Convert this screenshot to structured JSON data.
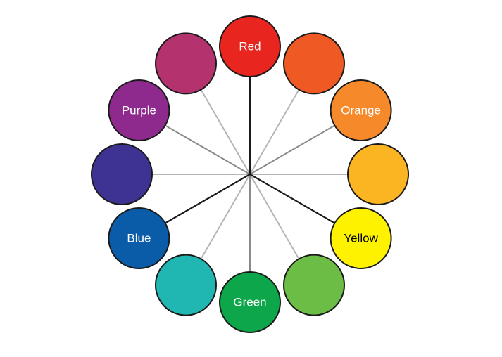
{
  "wheel": {
    "swatches": [
      {
        "id": "red",
        "label": "Red",
        "color": "#e8261f",
        "text_color": "#ffffff",
        "spoke": "primary"
      },
      {
        "id": "red-orange",
        "label": "",
        "color": "#ef5923",
        "text_color": "#ffffff",
        "spoke": "tertiary"
      },
      {
        "id": "orange",
        "label": "Orange",
        "color": "#f6892a",
        "text_color": "#ffffff",
        "spoke": "secondary"
      },
      {
        "id": "yellow-orange",
        "label": "",
        "color": "#fbb523",
        "text_color": "#ffffff",
        "spoke": "tertiary"
      },
      {
        "id": "yellow",
        "label": "Yellow",
        "color": "#fff200",
        "text_color": "#000000",
        "spoke": "primary"
      },
      {
        "id": "yellow-green",
        "label": "",
        "color": "#6cbd45",
        "text_color": "#ffffff",
        "spoke": "tertiary"
      },
      {
        "id": "green",
        "label": "Green",
        "color": "#0da64b",
        "text_color": "#ffffff",
        "spoke": "secondary"
      },
      {
        "id": "blue-green",
        "label": "",
        "color": "#20b7b2",
        "text_color": "#ffffff",
        "spoke": "tertiary"
      },
      {
        "id": "blue",
        "label": "Blue",
        "color": "#0a5ca9",
        "text_color": "#ffffff",
        "spoke": "primary"
      },
      {
        "id": "blue-purple",
        "label": "",
        "color": "#3e3393",
        "text_color": "#ffffff",
        "spoke": "tertiary"
      },
      {
        "id": "purple",
        "label": "Purple",
        "color": "#8e2a8d",
        "text_color": "#ffffff",
        "spoke": "secondary"
      },
      {
        "id": "red-purple",
        "label": "",
        "color": "#b4336f",
        "text_color": "#ffffff",
        "spoke": "tertiary"
      }
    ],
    "spoke_colors": {
      "primary": "#1a1a1a",
      "secondary": "#8a8a8a",
      "tertiary": "#b5b5b5"
    }
  }
}
